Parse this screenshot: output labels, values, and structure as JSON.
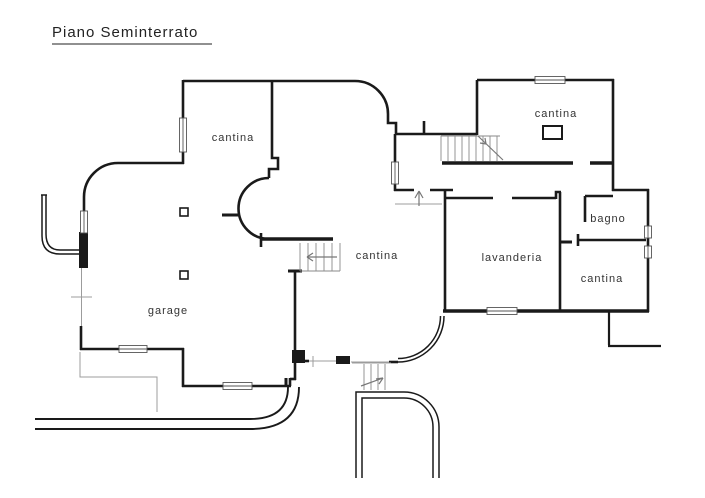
{
  "title": "Piano Seminterrato",
  "rooms": {
    "cantina_top_left": {
      "label": "cantina"
    },
    "cantina_top_right": {
      "label": "cantina"
    },
    "cantina_center": {
      "label": "cantina"
    },
    "cantina_right": {
      "label": "cantina"
    },
    "garage": {
      "label": "garage"
    },
    "lavanderia": {
      "label": "lavanderia"
    },
    "bagno": {
      "label": "bagno"
    }
  },
  "colors": {
    "wall": "#1a1a1a",
    "thin_line": "#9c9c9c",
    "background": "#ffffff",
    "label": "#333333"
  }
}
